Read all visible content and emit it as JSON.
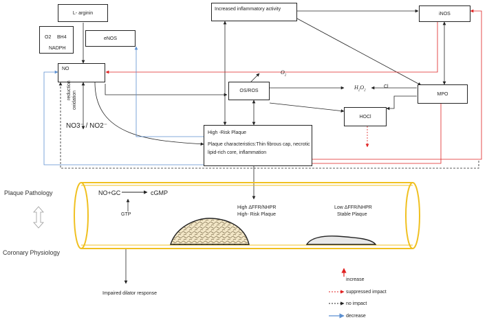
{
  "boxes": {
    "l_arginin": "L- arginin",
    "o2": "O2",
    "bh4": "BH4",
    "nadph": "NADPH",
    "enos": "eNOS",
    "no": "NO",
    "inflammatory": "Increased inflammatory activity",
    "inos": "iNOS",
    "osros": "OS/ROS",
    "mpo": "MPO",
    "hocl": "HOCl",
    "plaque_title": "High -Risk Plaque",
    "plaque_desc": "Plaque characteristics:Thin fibrous cap, necrotic lipid-rich core, inflammation"
  },
  "labels": {
    "o2_italic": "O",
    "o2_sub": "2",
    "h2o2_h": "H",
    "h2o2_2a": "2",
    "h2o2_o": "O",
    "h2o2_2b": "2",
    "cl": "Cl",
    "reduction": "reduction",
    "oxidation": "oxidation",
    "no3_no2": "NO3⁻ / NO2⁻",
    "plaque_pathology": "Plaque Pathology",
    "coronary_physiology": "Coronary Physiology",
    "no_gc": "NO+GC",
    "cgmp": "cGMP",
    "gtp": "GTP",
    "high_ffr": "High ΔFFR/NHPR",
    "high_risk": "High- Risk Plaque",
    "low_ffr": "Low ΔFFR/NHPR",
    "stable": "Stable Plaque",
    "impaired": "Impaired dilator response"
  },
  "legend": {
    "increase": "increase",
    "suppressed": "suppressed impact",
    "no_impact": "no impact",
    "decrease": "decrease"
  },
  "colors": {
    "increase": "#e02020",
    "decrease": "#5b8fd0",
    "neutral": "#222222",
    "vessel": "#f0c020"
  }
}
